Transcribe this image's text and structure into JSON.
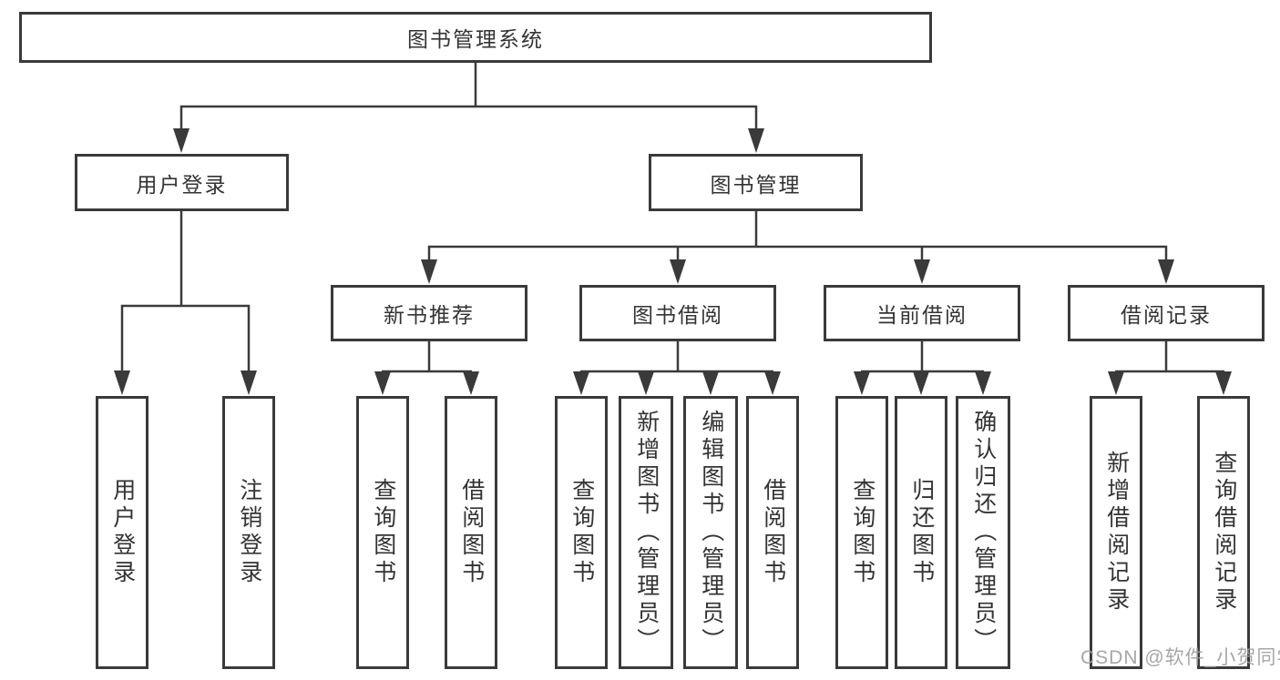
{
  "tree": {
    "label": "图书管理系统",
    "children": [
      {
        "label": "用户登录",
        "children": [
          {
            "label": "用户登录"
          },
          {
            "label": "注销登录"
          }
        ]
      },
      {
        "label": "图书管理",
        "children": [
          {
            "label": "新书推荐",
            "children": [
              {
                "label": "查询图书"
              },
              {
                "label": "借阅图书"
              }
            ]
          },
          {
            "label": "图书借阅",
            "children": [
              {
                "label": "查询图书"
              },
              {
                "label": "新增图书（管理员）"
              },
              {
                "label": "编辑图书（管理员）"
              },
              {
                "label": "借阅图书"
              }
            ]
          },
          {
            "label": "当前借阅",
            "children": [
              {
                "label": "查询图书"
              },
              {
                "label": "归还图书"
              },
              {
                "label": "确认归还（管理员）"
              }
            ]
          },
          {
            "label": "借阅记录",
            "children": [
              {
                "label": "新增借阅记录"
              },
              {
                "label": "查询借阅记录"
              }
            ]
          }
        ]
      }
    ]
  },
  "watermark": "CSDN @软件_小贺同学",
  "colors": {
    "line": "#3a3a3a",
    "text": "#333333",
    "watermark": "#9e9e9e",
    "background": "#ffffff"
  }
}
